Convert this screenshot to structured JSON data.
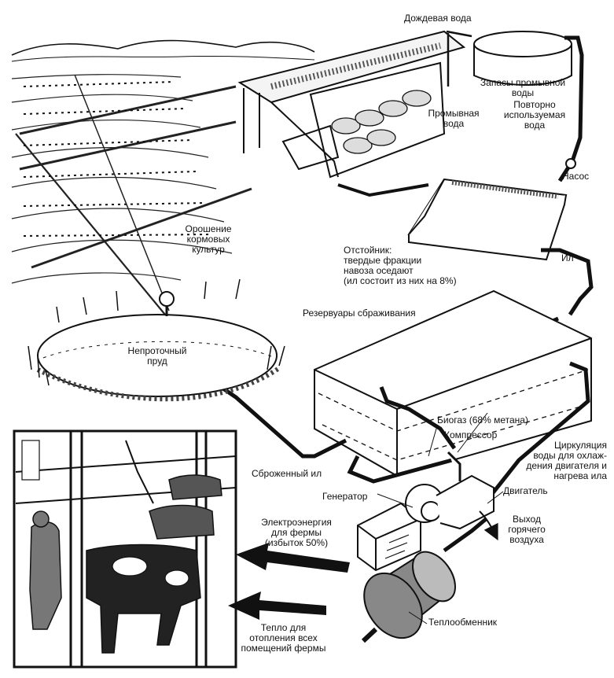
{
  "labels": {
    "rain_water": "Дождевая вода",
    "wash_water_reserve": "Запасы промывной\nводы",
    "reused_water": "Повторно\nиспользуемая\nвода",
    "wash_water": "Промывная\nвода",
    "pump": "Насос",
    "irrigation": "Орошение\nкормовых\nкультур",
    "settling_tank": "Отстойник:\nтвердые фракции\nнавоза оседают\n(ил состоит из них на 8%)",
    "sludge": "Ил",
    "digestion_tanks": "Резервуары сбраживания",
    "pond": "Непроточный\nпруд",
    "biogas": "Биогаз (68% метана)",
    "compressor": "Компрессор",
    "water_circulation": "Циркуляция\nводы для охлаж-\nдения двигателя и\nнагрева ила",
    "digested_sludge": "Сброженный ил",
    "generator": "Генератор",
    "engine": "Двигатель",
    "hot_air_outlet": "Выход\nгорячего\nвоздуха",
    "electricity": "Электроэнергия\nдля фермы\n(избыток 50%)",
    "heat": "Тепло для\nотопления всех\nпомещений фермы",
    "heat_exchanger": "Теплообменник"
  },
  "colors": {
    "ink": "#111111",
    "paper": "#ffffff",
    "shade": "#6b6b6b"
  }
}
